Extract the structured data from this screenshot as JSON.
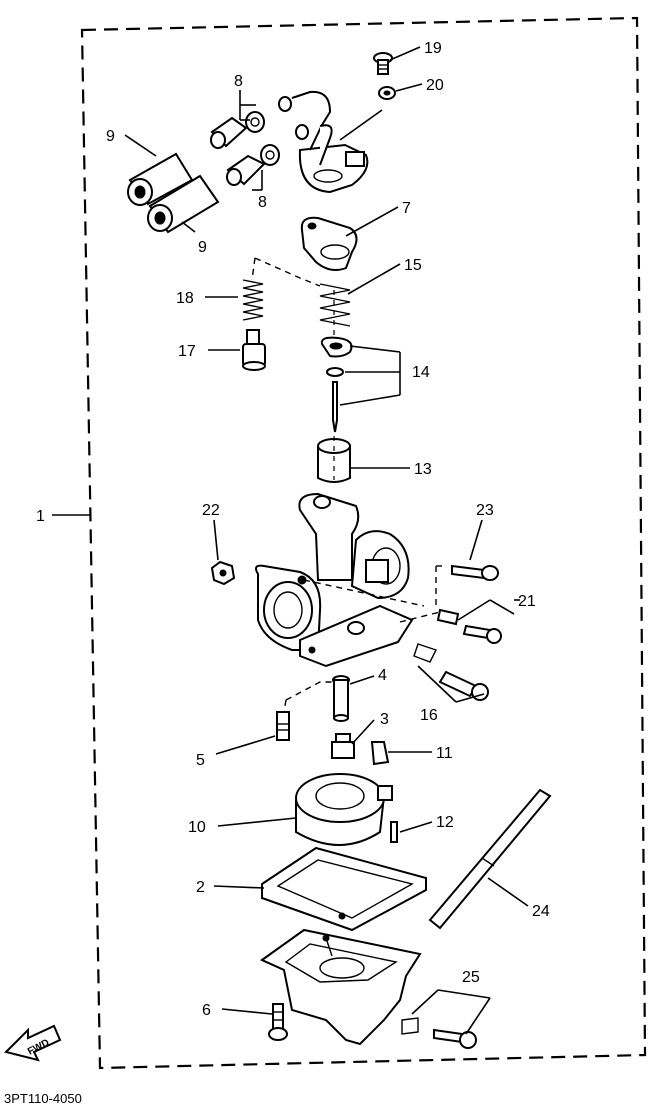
{
  "diagram": {
    "callouts": {
      "c1": "1",
      "c2": "2",
      "c3": "3",
      "c4": "4",
      "c5": "5",
      "c6": "6",
      "c7": "7",
      "c8a": "8",
      "c8b": "8",
      "c9a": "9",
      "c9b": "9",
      "c10": "10",
      "c11": "11",
      "c12": "12",
      "c13": "13",
      "c14": "14",
      "c15": "15",
      "c16": "16",
      "c17": "17",
      "c18": "18",
      "c19": "19",
      "c20": "20",
      "c21": "21",
      "c22": "22",
      "c23": "23",
      "c24": "24",
      "c25": "25"
    },
    "fwd_label": "FWD",
    "drawing_code": "3PT110-4050"
  }
}
